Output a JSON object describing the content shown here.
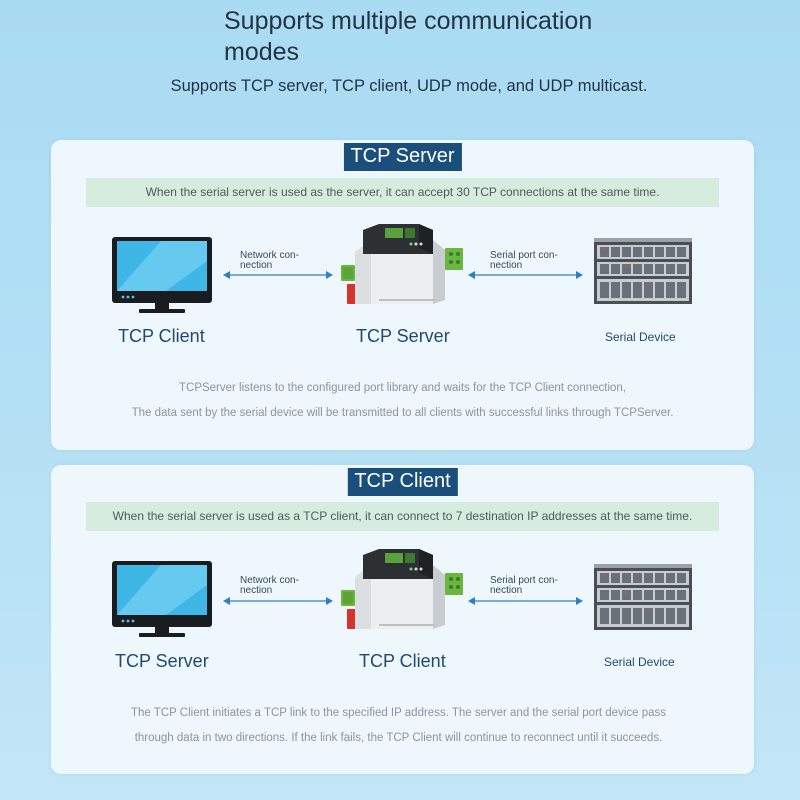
{
  "header": {
    "title": "Supports multiple communication modes",
    "subtitle": "Supports TCP server, TCP client, UDP mode, and UDP multicast."
  },
  "modes": [
    {
      "title": "TCP Server",
      "banner": "When the serial server is used as the server, it can accept 30 TCP connections at the same time.",
      "left_label": "TCP Client",
      "center_label": "TCP Server",
      "right_label": "Serial Device",
      "left_arrow_label": "Network con-\nnection",
      "right_arrow_label": "Serial port con-\nnection",
      "desc_lines": [
        "TCPServer listens to the configured port library and waits for the TCP Client connection,",
        "The data sent by the serial device will be transmitted to all clients with successful links through TCPServer."
      ]
    },
    {
      "title": "TCP Client",
      "banner": "When the serial server is used as a TCP client, it can connect to 7 destination IP addresses at the same time.",
      "left_label": "TCP Server",
      "center_label": "TCP Client",
      "right_label": "Serial Device",
      "left_arrow_label": "Network con-\nnection",
      "right_arrow_label": "Serial port con-\nnection",
      "desc_lines": [
        "The TCP Client initiates a TCP link to the specified IP address. The server and the serial port device pass",
        "through data in two directions. If the link fails, the TCP Client will continue to reconnect until it succeeds."
      ]
    }
  ],
  "icons": {
    "monitor": "monitor-icon",
    "serial_server": "serial-server-device-icon",
    "rack": "server-rack-icon",
    "arrow": "double-arrow-icon"
  },
  "colors": {
    "title_bg": "#1a4f7c",
    "banner_bg": "#d6ecdf",
    "arrow": "#2f7fc4",
    "screen": "#3fb7e6"
  }
}
